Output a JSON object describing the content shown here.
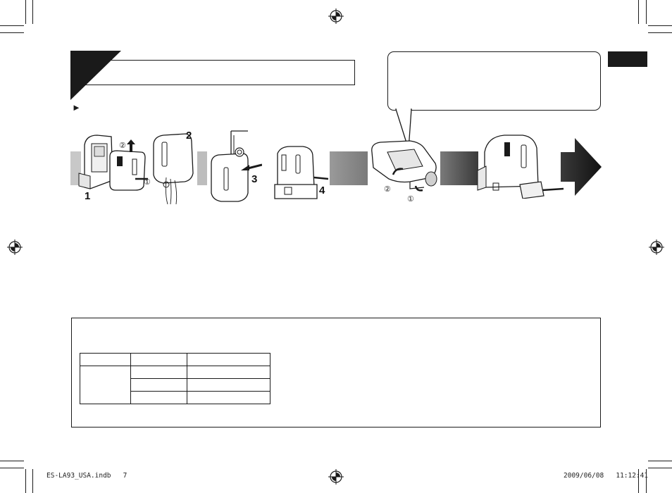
{
  "header": {
    "arrow_marker": "►"
  },
  "steps": [
    {
      "number": "1"
    },
    {
      "number": "2"
    },
    {
      "number": "3"
    },
    {
      "number": "4"
    }
  ],
  "circled": {
    "one": "①",
    "two": "②"
  },
  "icons": [
    "registration-mark-icon",
    "forward-arrow-icon",
    "triangle-marker-icon"
  ],
  "footer": {
    "file": "ES-LA93_USA.indb   7",
    "datetime": "2009/06/08   11:12:41"
  }
}
